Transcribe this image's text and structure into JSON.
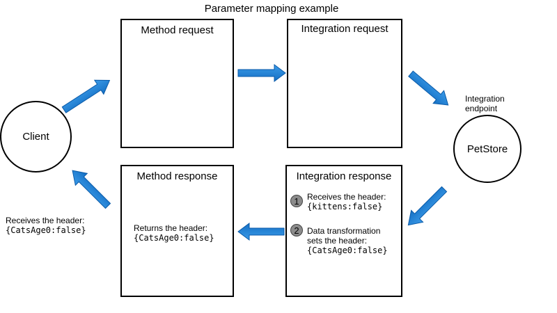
{
  "title": "Parameter mapping example",
  "boxes": {
    "method_request": "Method request",
    "integration_request": "Integration request",
    "method_response": "Method response",
    "integration_response": "Integration response"
  },
  "nodes": {
    "client": "Client",
    "petstore": "PetStore"
  },
  "labels": {
    "integration_endpoint_line1": "Integration",
    "integration_endpoint_line2": "endpoint",
    "client_receives": "Receives the header:",
    "client_header": "{CatsAge0:false}",
    "method_returns": "Returns the header:",
    "method_header": "{CatsAge0:false}"
  },
  "steps": [
    {
      "number": "1",
      "line1": "Receives the header:",
      "code": "{kittens:false}"
    },
    {
      "number": "2",
      "line1": "Data transformation",
      "line2": "sets the header:",
      "code": "{CatsAge0:false}"
    }
  ],
  "colors": {
    "arrow": "#1a7fd4",
    "arrow_edge": "#0a5aa8",
    "badge": "#8c8c8c"
  }
}
